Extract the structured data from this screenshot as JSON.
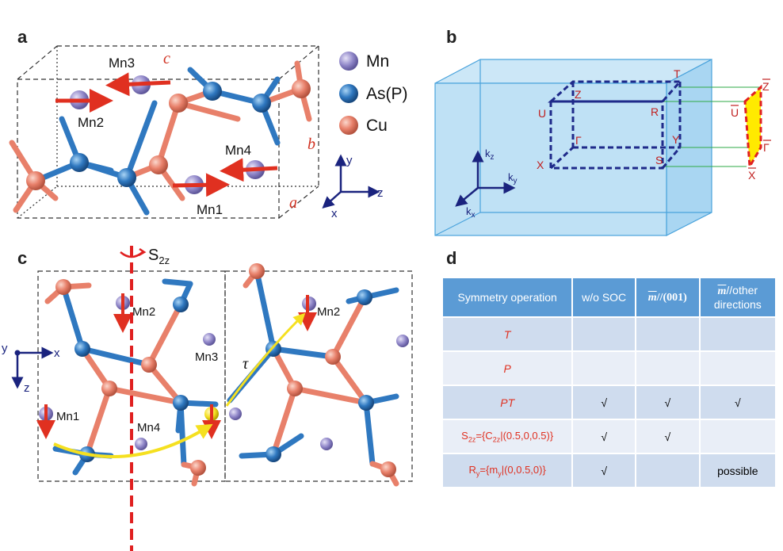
{
  "panels": {
    "a": "a",
    "b": "b",
    "c": "c",
    "d": "d"
  },
  "panel_a": {
    "atoms": {
      "mn3": "Mn3",
      "mn2": "Mn2",
      "mn4": "Mn4",
      "mn1": "Mn1"
    },
    "lattice": {
      "a": "a",
      "b": "b",
      "c": "c"
    },
    "legend": [
      {
        "label": "Mn",
        "color": "#8f86c8"
      },
      {
        "label": "As(P)",
        "color": "#2f78c0"
      },
      {
        "label": "Cu",
        "color": "#e8806a"
      }
    ],
    "axes": {
      "y": "y",
      "z": "z",
      "x": "x"
    }
  },
  "panel_b": {
    "points": {
      "T": "T",
      "Z": "Z",
      "U": "U",
      "R": "R",
      "Gamma": "Γ",
      "Y": "Y",
      "X": "X",
      "S": "S"
    },
    "surface": {
      "Z": "Z",
      "U": "U",
      "Gamma": "Γ",
      "X": "X"
    },
    "axes": {
      "kz": "k",
      "kz_sub": "z",
      "ky": "k",
      "ky_sub": "y",
      "kx": "k",
      "kx_sub": "x"
    }
  },
  "panel_c": {
    "symmetry": "S",
    "symmetry_sub": "2z",
    "atoms": {
      "mn2a": "Mn2",
      "mn2b": "Mn2",
      "mn3": "Mn3",
      "mn1": "Mn1",
      "mn4": "Mn4"
    },
    "tau": "τ",
    "axes": {
      "y": "y",
      "x": "x",
      "z": "z"
    }
  },
  "panel_d": {
    "headers": {
      "op": "Symmetry operation",
      "wo_soc": "w/o SOC",
      "m001_sym": "m",
      "m001_rest": "//(001)",
      "mother_sym": "m",
      "mother_rest": "//other directions"
    },
    "rows": [
      {
        "op": "T",
        "wo": "",
        "m001": "",
        "other": ""
      },
      {
        "op": "P",
        "wo": "",
        "m001": "",
        "other": ""
      },
      {
        "op": "PT",
        "wo": "√",
        "m001": "√",
        "other": "√"
      },
      {
        "op": "S2z={C2z|(0.5,0,0.5)}",
        "op_main": "S",
        "op_sub": "2z",
        "op_mid": "={C",
        "op_sub2": "2z",
        "op_end": "|(0.5,0,0.5)}",
        "wo": "√",
        "m001": "√",
        "other": ""
      },
      {
        "op": "Ry={my|(0,0.5,0)}",
        "op_main": "R",
        "op_sub": "y",
        "op_mid": "={m",
        "op_sub2": "y",
        "op_end": "|(0,0.5,0)}",
        "wo": "√",
        "m001": "",
        "other": "possible"
      }
    ]
  },
  "colors": {
    "mn": "#8f86c8",
    "as": "#2f78c0",
    "cu": "#e8806a",
    "arrow": "#e03020",
    "yellow": "#f5e020",
    "navy": "#1a237e",
    "zone": "#b8dcf2"
  }
}
